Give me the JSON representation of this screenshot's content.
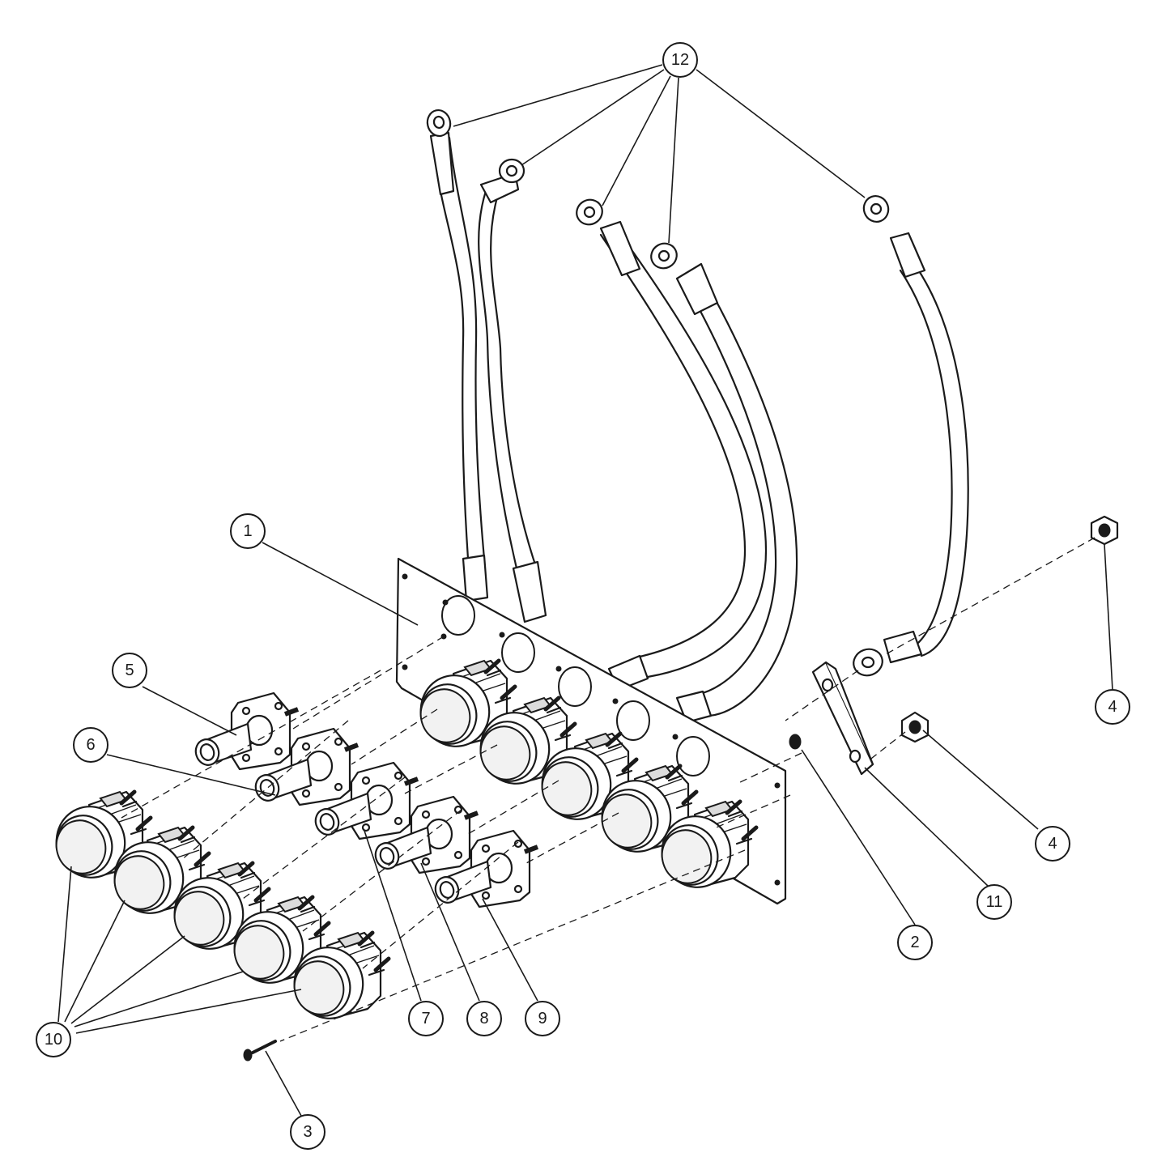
{
  "callouts": [
    {
      "id": "c1",
      "label": "1"
    },
    {
      "id": "c2",
      "label": "2"
    },
    {
      "id": "c3",
      "label": "3"
    },
    {
      "id": "c4a",
      "label": "4"
    },
    {
      "id": "c4b",
      "label": "4"
    },
    {
      "id": "c5",
      "label": "5"
    },
    {
      "id": "c6",
      "label": "6"
    },
    {
      "id": "c7",
      "label": "7"
    },
    {
      "id": "c8",
      "label": "8"
    },
    {
      "id": "c9",
      "label": "9"
    },
    {
      "id": "c10",
      "label": "10"
    },
    {
      "id": "c11",
      "label": "11"
    },
    {
      "id": "c12",
      "label": "12"
    }
  ]
}
